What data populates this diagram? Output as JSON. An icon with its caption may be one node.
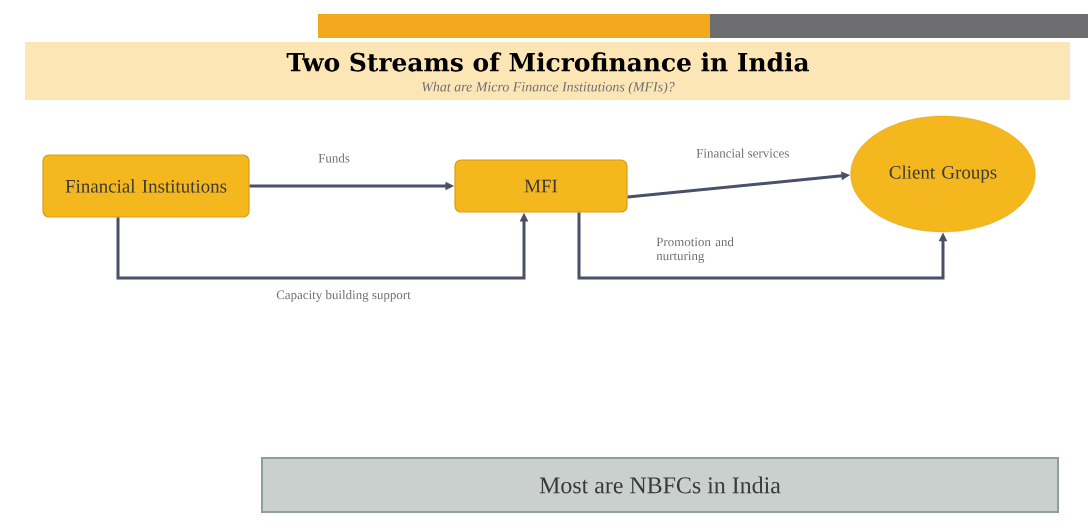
{
  "diagram": {
    "title": "Two Streams of Microfinance in India",
    "nodes": [
      {
        "text": [
          "Financial Institutions"
        ]
      },
      {
        "text": [
          "MFI"
        ]
      },
      {
        "text": [
          "Client Groups"
        ]
      },
      {
        "text": [
          "Most are NBFCs in India"
        ]
      }
    ],
    "edges": [
      {
        "from": 0,
        "to": 1,
        "arrow": "to",
        "label": "Funds"
      },
      {
        "from": 1,
        "to": 2,
        "arrow": "to",
        "label": "Financial services"
      },
      {
        "from": 0,
        "to": 1,
        "arrow": "to",
        "label": "Capacity building support"
      },
      {
        "from": 1,
        "to": 2,
        "arrow": "to",
        "label": "Promotion and nurturing"
      }
    ],
    "labels": [
      "What are Micro Finance Institutions (MFIs)?"
    ]
  }
}
